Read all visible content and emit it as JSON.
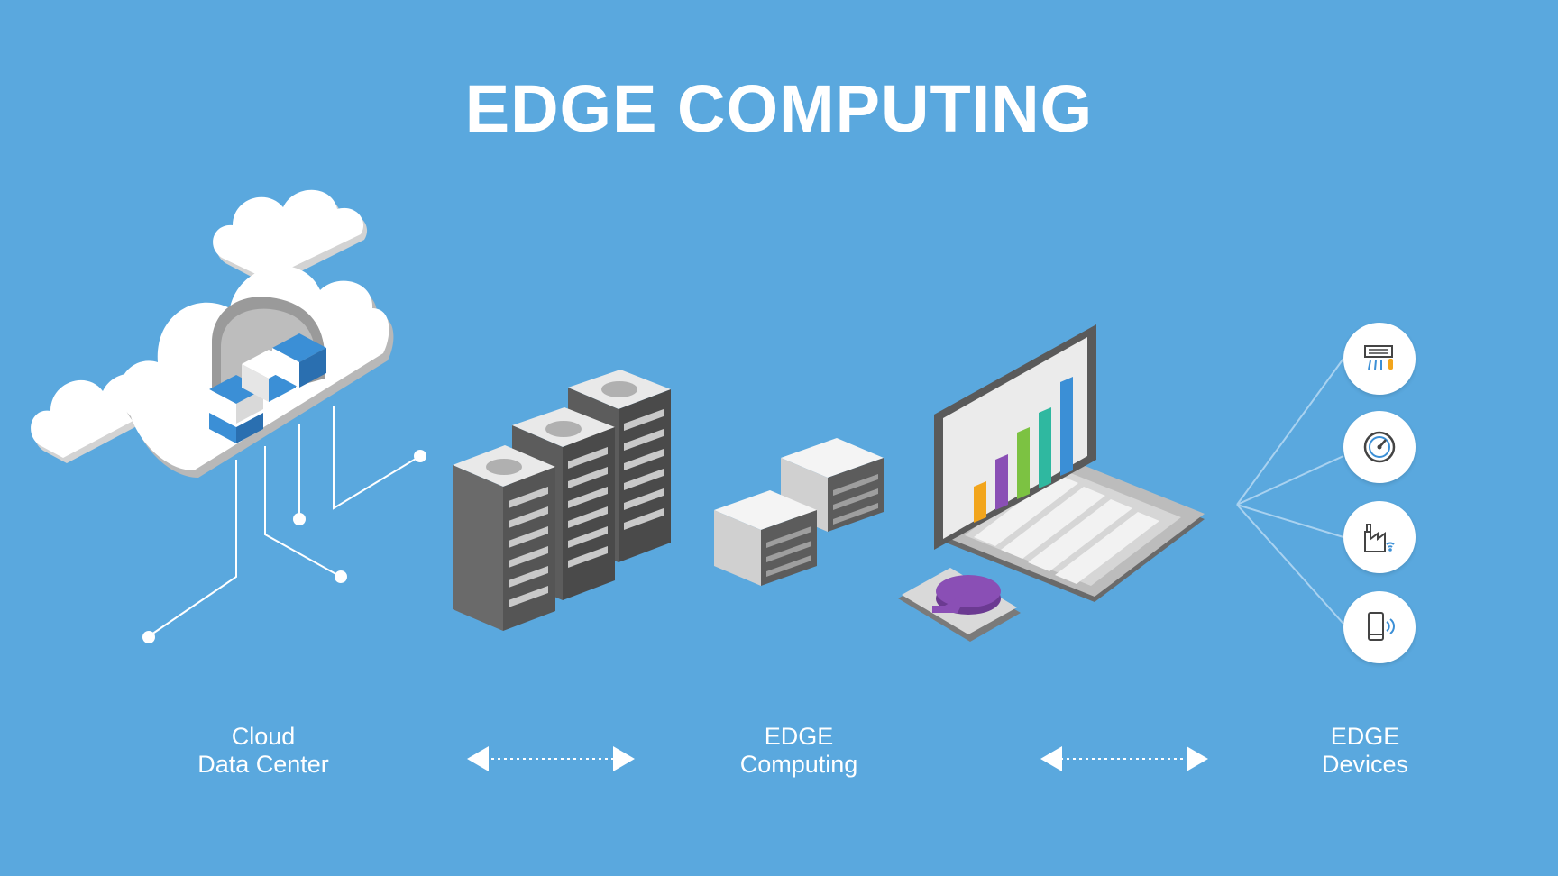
{
  "title": "EDGE COMPUTING",
  "labels": {
    "cloud": {
      "line1": "Cloud",
      "line2": "Data Center"
    },
    "edge_computing": {
      "line1": "EDGE",
      "line2": "Computing"
    },
    "edge_devices": {
      "line1": "EDGE",
      "line2": "Devices"
    }
  },
  "colors": {
    "background": "#5aa8de",
    "server_dark": "#5c5c5c",
    "accent_blue": "#3b8fd6"
  },
  "icons": [
    "air-conditioner-icon",
    "gauge-icon",
    "factory-icon",
    "smartphone-wireless-icon"
  ]
}
